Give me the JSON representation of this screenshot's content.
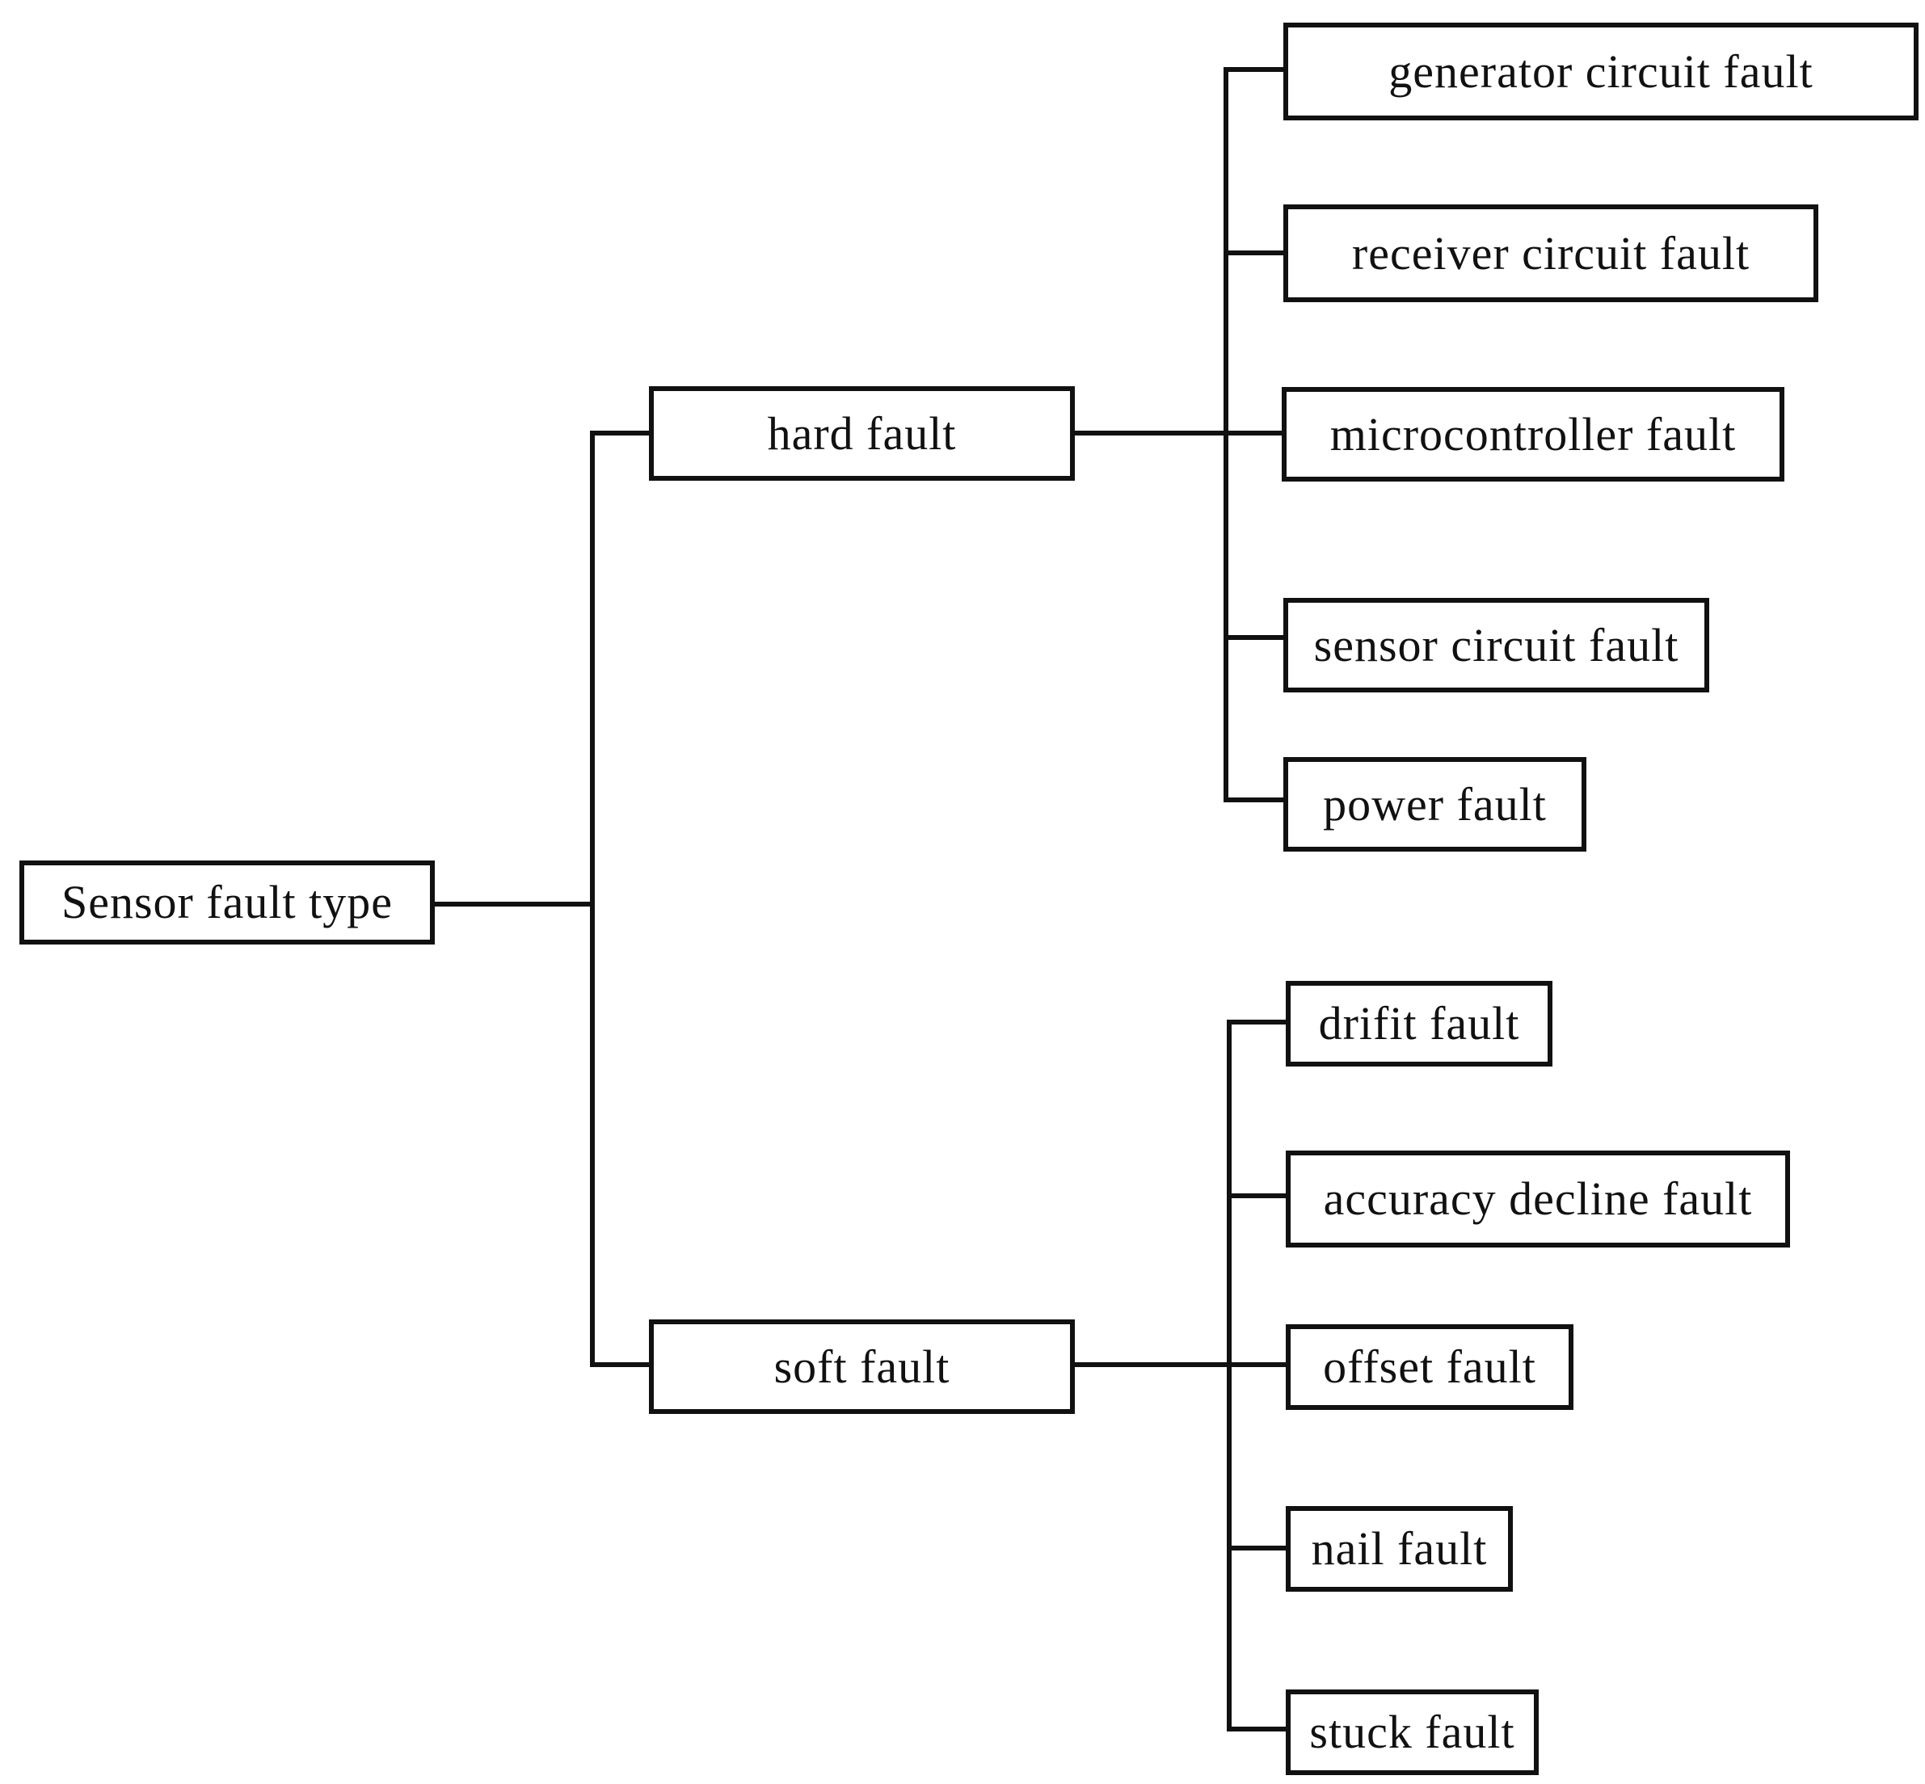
{
  "diagram": {
    "root": "Sensor fault type",
    "hard_fault": {
      "label": "hard fault",
      "children": [
        "generator circuit fault",
        "receiver circuit fault",
        "microcontroller fault",
        "sensor circuit fault",
        "power fault"
      ]
    },
    "soft_fault": {
      "label": "soft fault",
      "children": [
        "drifit fault",
        "accuracy decline fault",
        "offset fault",
        "nail fault",
        "stuck fault"
      ]
    }
  }
}
